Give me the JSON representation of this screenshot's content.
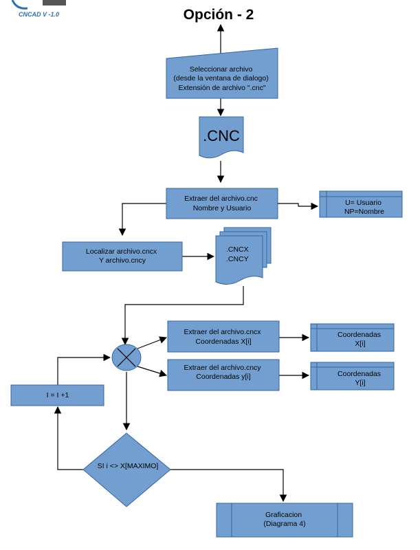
{
  "logo": {
    "text": "CNCAD V -1.0"
  },
  "title": "Opción - 2",
  "nodes": {
    "select_file": {
      "lines": [
        "Seleccionar archivo",
        "(desde la ventana de dialogo)",
        "Extensión de archivo  \".cnc\""
      ]
    },
    "cnc_doc": {
      "lines": [
        ".CNC"
      ]
    },
    "extract_cnc": {
      "lines": [
        "Extraer del archivo.cnc",
        "Nombre y Usuario"
      ]
    },
    "user_data": {
      "lines": [
        "U= Usuario",
        "NP=Nombre"
      ]
    },
    "locate_files": {
      "lines": [
        "Localizar archivo.cncx",
        "Y archivo.cncy"
      ]
    },
    "cncx_docs": {
      "lines": [
        ".CNCX",
        ".CNCY"
      ]
    },
    "extract_cncx": {
      "lines": [
        "Extraer del archivo.cncx",
        "Coordenadas X[i]"
      ]
    },
    "extract_cncy": {
      "lines": [
        "Extraer del archivo.cncy",
        "Coordenadas y[i]"
      ]
    },
    "coord_x": {
      "lines": [
        "Coordenadas",
        "X[i]"
      ]
    },
    "coord_y": {
      "lines": [
        "Coordenadas",
        "Y[i]"
      ]
    },
    "increment": {
      "lines": [
        "I = I +1"
      ]
    },
    "decision": {
      "lines": [
        "SI i <>   X[MAXIMO]"
      ]
    },
    "graph": {
      "lines": [
        "Graficacion",
        "(Diagrama 4)"
      ]
    }
  },
  "colors": {
    "fill": "#729fcf",
    "stroke": "#3465a4",
    "line": "#000000"
  }
}
